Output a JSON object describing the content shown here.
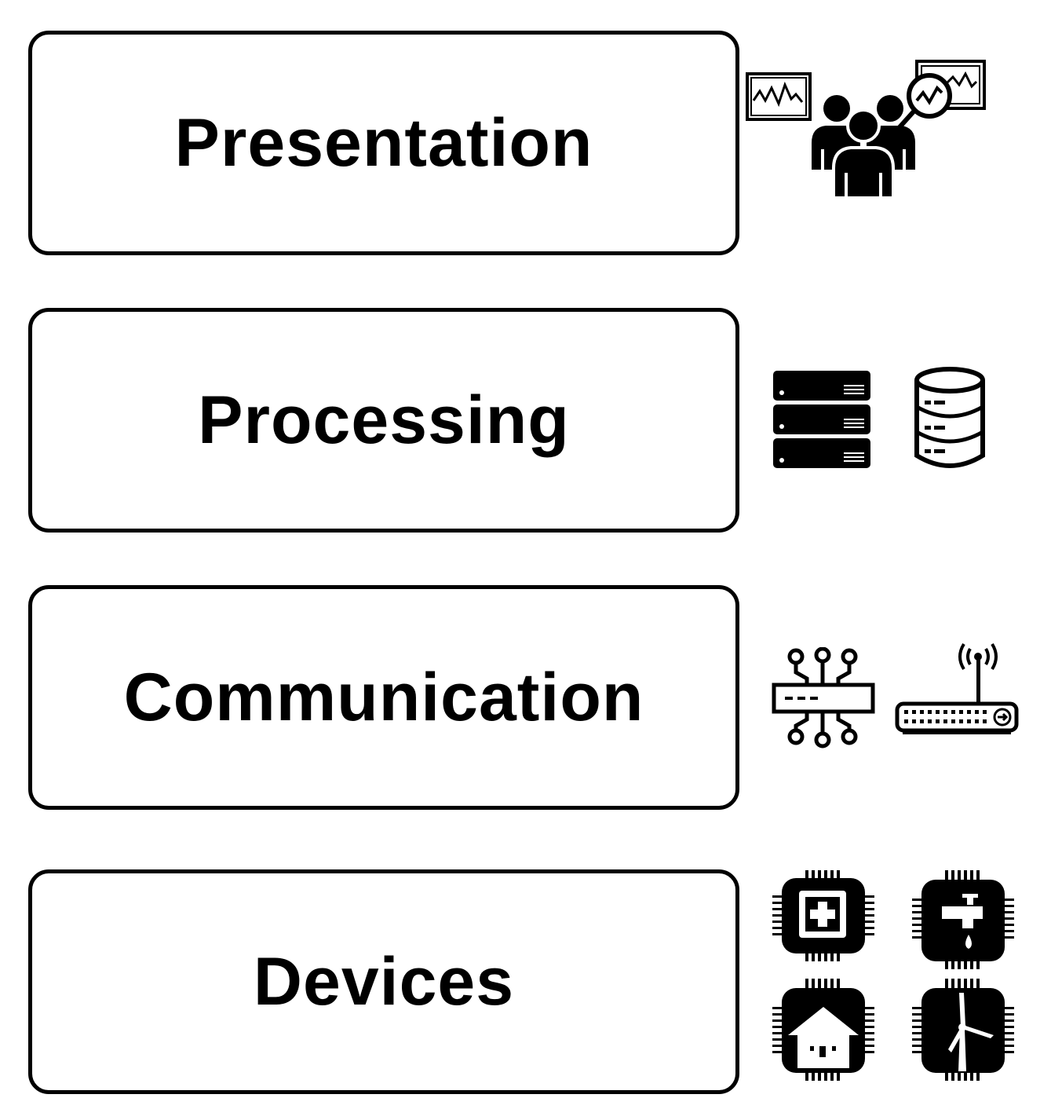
{
  "layers": [
    {
      "label": "Presentation"
    },
    {
      "label": "Processing"
    },
    {
      "label": "Communication"
    },
    {
      "label": "Devices"
    }
  ],
  "icons": {
    "presentation": [
      "monitor-chart-icon",
      "user-group-icon",
      "monitor-chart-icon",
      "analytics-magnifier-icon"
    ],
    "processing": [
      "server-rack-icon",
      "database-icon"
    ],
    "communication": [
      "network-switch-icon",
      "wifi-router-icon"
    ],
    "devices": [
      "medical-chip-icon",
      "water-tap-chip-icon",
      "smart-home-chip-icon",
      "wind-turbine-chip-icon"
    ]
  },
  "colors": {
    "stroke": "#000000",
    "background": "#ffffff"
  }
}
